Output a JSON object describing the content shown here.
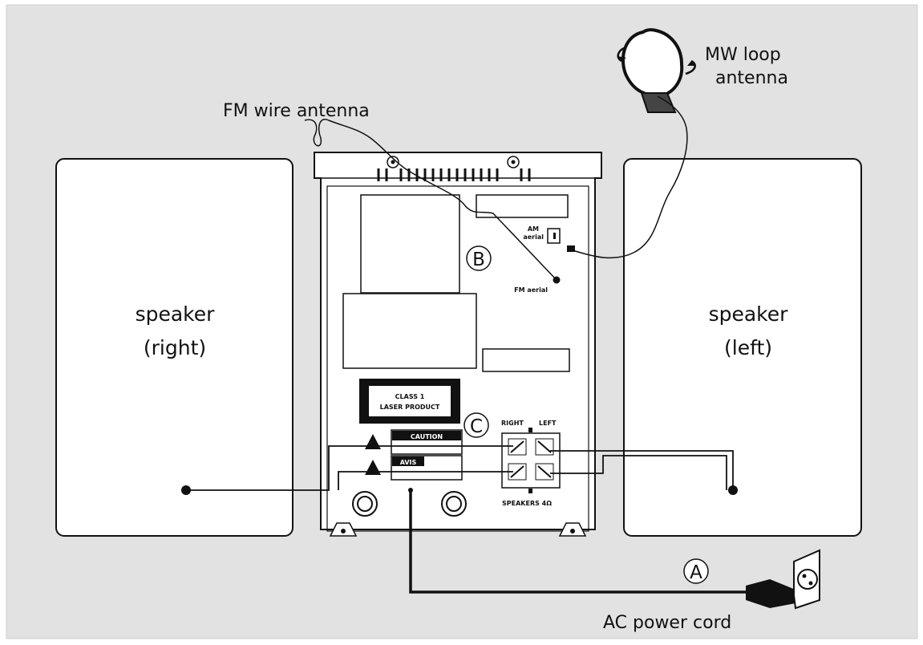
{
  "labels": {
    "fm_antenna": "FM wire antenna",
    "mw_line1": "MW loop",
    "mw_line2": "antenna",
    "speaker_right_line1": "speaker",
    "speaker_right_line2": "(right)",
    "speaker_left_line1": "speaker",
    "speaker_left_line2": "(left)",
    "ac_cord": "AC power cord"
  },
  "callouts": {
    "a": "A",
    "b": "B",
    "c": "C"
  },
  "panel_text": {
    "am_line1": "AM",
    "am_line2": "aerial",
    "fm_aerial": "FM aerial",
    "laser_line1": "CLASS 1",
    "laser_line2": "LASER PRODUCT",
    "caution": "CAUTION",
    "avis": "AVIS",
    "right": "RIGHT",
    "left": "LEFT",
    "speakers": "SPEAKERS 4Ω"
  },
  "colors": {
    "background": "#e2e2e2",
    "line": "#111111",
    "panel": "#ffffff"
  }
}
